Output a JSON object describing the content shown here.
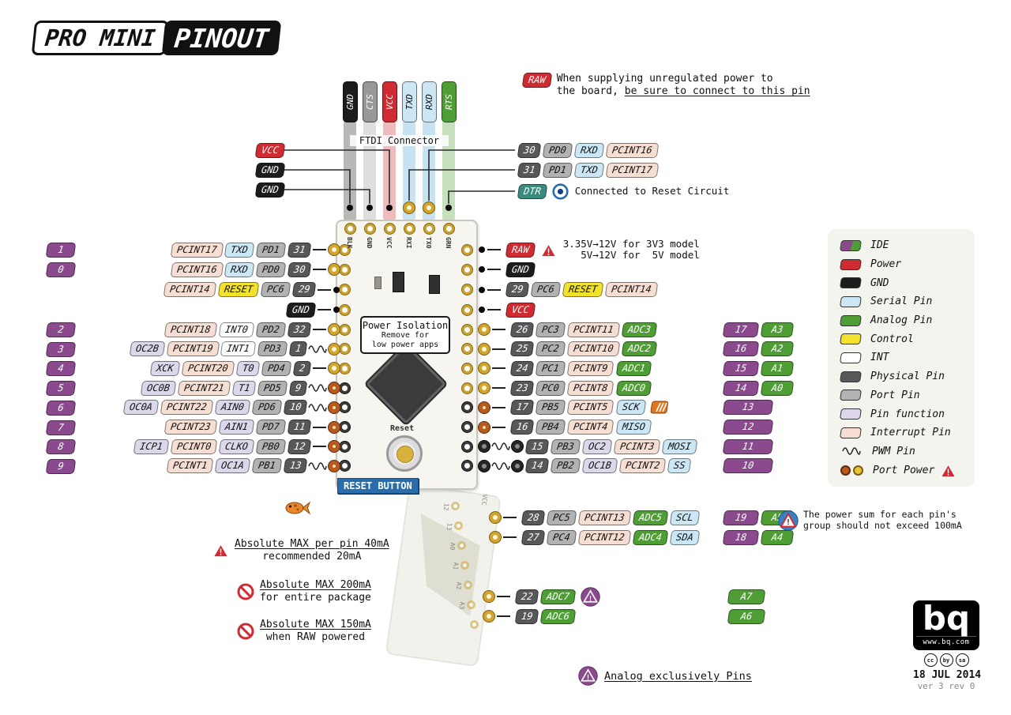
{
  "title": {
    "part1": "PRO MINI",
    "part2": "PINOUT"
  },
  "colors": {
    "ide": "#8a4a8d",
    "analog": "#4f9e35",
    "power": "#ce2b33",
    "gnd": "#1c1c1c",
    "serial": "#cbe6f5",
    "control": "#f2e22c",
    "int": "#ffffff",
    "phys": "#57585a",
    "port": "#b2b2b2",
    "func": "#ddd7ec",
    "intpin": "#f7ded3",
    "dtr": "#3a8a7d",
    "cts": "#98989a",
    "pin_gold": "#d2a62c",
    "pin_orange": "#b85a1e",
    "blue_label": "#2a6dad"
  },
  "ftdi": {
    "label": "FTDI Connector",
    "pins": [
      {
        "t": "GND",
        "c": "gnd",
        "pin": "dot"
      },
      {
        "t": "CTS",
        "c": "cts",
        "pin": "dot"
      },
      {
        "t": "VCC",
        "c": "power",
        "pin": "dot"
      },
      {
        "t": "TXD",
        "c": "serial",
        "pin": "yellow"
      },
      {
        "t": "RXD",
        "c": "serial",
        "pin": "yellow"
      },
      {
        "t": "RTS",
        "c": "analog",
        "pin": "dot"
      }
    ]
  },
  "top_left_rows": [
    {
      "labels": [
        {
          "t": "VCC",
          "c": "power"
        }
      ]
    },
    {
      "labels": [
        {
          "t": "GND",
          "c": "gnd"
        }
      ]
    },
    {
      "labels": [
        {
          "t": "GND",
          "c": "gnd"
        }
      ]
    }
  ],
  "top_right_rows": [
    {
      "labels": [
        {
          "t": "30",
          "c": "phys"
        },
        {
          "t": "PD0",
          "c": "port"
        },
        {
          "t": "RXD",
          "c": "serial"
        },
        {
          "t": "PCINT16",
          "c": "intpin"
        }
      ]
    },
    {
      "labels": [
        {
          "t": "31",
          "c": "phys"
        },
        {
          "t": "PD1",
          "c": "port"
        },
        {
          "t": "TXD",
          "c": "serial"
        },
        {
          "t": "PCINT17",
          "c": "intpin"
        }
      ]
    },
    {
      "labels": [
        {
          "t": "DTR",
          "c": "dtr"
        }
      ],
      "icon": "eye",
      "note": "Connected to Reset Circuit"
    }
  ],
  "raw_note": {
    "badge": "RAW",
    "line1": "When supplying unregulated power to",
    "line2_plain": "the board, ",
    "line2_underline": "be sure to connect to this pin"
  },
  "left_rows": [
    {
      "ide": "1",
      "labels": [
        {
          "t": "PCINT17",
          "c": "intpin"
        },
        {
          "t": "TXD",
          "c": "serial"
        },
        {
          "t": "PD1",
          "c": "port"
        },
        {
          "t": "31",
          "c": "phys"
        }
      ],
      "pin": "yellow"
    },
    {
      "ide": "0",
      "labels": [
        {
          "t": "PCINT16",
          "c": "intpin"
        },
        {
          "t": "RXD",
          "c": "serial"
        },
        {
          "t": "PD0",
          "c": "port"
        },
        {
          "t": "30",
          "c": "phys"
        }
      ],
      "pin": "yellow"
    },
    {
      "labels": [
        {
          "t": "PCINT14",
          "c": "intpin"
        },
        {
          "t": "RESET",
          "c": "control"
        },
        {
          "t": "PC6",
          "c": "port"
        },
        {
          "t": "29",
          "c": "phys"
        }
      ],
      "pin": "dot"
    },
    {
      "labels": [
        {
          "t": "GND",
          "c": "gnd"
        }
      ],
      "pin": "dot"
    },
    {
      "ide": "2",
      "labels": [
        {
          "t": "PCINT18",
          "c": "intpin"
        },
        {
          "t": "INT0",
          "c": "int"
        },
        {
          "t": "PD2",
          "c": "port"
        },
        {
          "t": "32",
          "c": "phys"
        }
      ],
      "pin": "yellow"
    },
    {
      "ide": "3",
      "labels": [
        {
          "t": "OC2B",
          "c": "func"
        },
        {
          "t": "PCINT19",
          "c": "intpin"
        },
        {
          "t": "INT1",
          "c": "int"
        },
        {
          "t": "PD3",
          "c": "port"
        },
        {
          "t": "1",
          "c": "phys"
        }
      ],
      "pin": "yellow",
      "pwm": true
    },
    {
      "ide": "4",
      "labels": [
        {
          "t": "XCK",
          "c": "func"
        },
        {
          "t": "PCINT20",
          "c": "intpin"
        },
        {
          "t": "T0",
          "c": "func"
        },
        {
          "t": "PD4",
          "c": "port"
        },
        {
          "t": "2",
          "c": "phys"
        }
      ],
      "pin": "yellow"
    },
    {
      "ide": "5",
      "labels": [
        {
          "t": "OC0B",
          "c": "func"
        },
        {
          "t": "PCINT21",
          "c": "intpin"
        },
        {
          "t": "T1",
          "c": "func"
        },
        {
          "t": "PD5",
          "c": "port"
        },
        {
          "t": "9",
          "c": "phys"
        }
      ],
      "pin": "orange",
      "pwm": true
    },
    {
      "ide": "6",
      "labels": [
        {
          "t": "OC0A",
          "c": "func"
        },
        {
          "t": "PCINT22",
          "c": "intpin"
        },
        {
          "t": "AIN0",
          "c": "func"
        },
        {
          "t": "PD6",
          "c": "port"
        },
        {
          "t": "10",
          "c": "phys"
        }
      ],
      "pin": "orange",
      "pwm": true
    },
    {
      "ide": "7",
      "labels": [
        {
          "t": "PCINT23",
          "c": "intpin"
        },
        {
          "t": "AIN1",
          "c": "func"
        },
        {
          "t": "PD7",
          "c": "port"
        },
        {
          "t": "11",
          "c": "phys"
        }
      ],
      "pin": "orange"
    },
    {
      "ide": "8",
      "labels": [
        {
          "t": "ICP1",
          "c": "func"
        },
        {
          "t": "PCINT0",
          "c": "intpin"
        },
        {
          "t": "CLKO",
          "c": "func"
        },
        {
          "t": "PB0",
          "c": "port"
        },
        {
          "t": "12",
          "c": "phys"
        }
      ],
      "pin": "orange"
    },
    {
      "ide": "9",
      "labels": [
        {
          "t": "PCINT1",
          "c": "intpin"
        },
        {
          "t": "OC1A",
          "c": "func"
        },
        {
          "t": "PB1",
          "c": "port"
        },
        {
          "t": "13",
          "c": "phys"
        }
      ],
      "pin": "orange",
      "pwm": true
    }
  ],
  "right_rows": [
    {
      "labels": [
        {
          "t": "RAW",
          "c": "power"
        }
      ],
      "pin": "dot",
      "icon": "warn-red",
      "note": [
        "3.35V→12V for 3V3 model",
        "   5V→12V for  5V model"
      ]
    },
    {
      "labels": [
        {
          "t": "GND",
          "c": "gnd"
        }
      ],
      "pin": "dot"
    },
    {
      "labels": [
        {
          "t": "29",
          "c": "phys"
        },
        {
          "t": "PC6",
          "c": "port"
        },
        {
          "t": "RESET",
          "c": "control"
        },
        {
          "t": "PCINT14",
          "c": "intpin"
        }
      ],
      "pin": "dot"
    },
    {
      "labels": [
        {
          "t": "VCC",
          "c": "power"
        }
      ],
      "pin": "dot"
    },
    {
      "labels": [
        {
          "t": "26",
          "c": "phys"
        },
        {
          "t": "PC3",
          "c": "port"
        },
        {
          "t": "PCINT11",
          "c": "intpin"
        },
        {
          "t": "ADC3",
          "c": "analog"
        }
      ],
      "pin": "yellow"
    },
    {
      "labels": [
        {
          "t": "25",
          "c": "phys"
        },
        {
          "t": "PC2",
          "c": "port"
        },
        {
          "t": "PCINT10",
          "c": "intpin"
        },
        {
          "t": "ADC2",
          "c": "analog"
        }
      ],
      "pin": "yellow"
    },
    {
      "labels": [
        {
          "t": "24",
          "c": "phys"
        },
        {
          "t": "PC1",
          "c": "port"
        },
        {
          "t": "PCINT9",
          "c": "intpin"
        },
        {
          "t": "ADC1",
          "c": "analog"
        }
      ],
      "pin": "yellow"
    },
    {
      "labels": [
        {
          "t": "23",
          "c": "phys"
        },
        {
          "t": "PC0",
          "c": "port"
        },
        {
          "t": "PCINT8",
          "c": "intpin"
        },
        {
          "t": "ADC0",
          "c": "analog"
        }
      ],
      "pin": "yellow"
    },
    {
      "labels": [
        {
          "t": "17",
          "c": "phys"
        },
        {
          "t": "PB5",
          "c": "port"
        },
        {
          "t": "PCINT5",
          "c": "intpin"
        },
        {
          "t": "SCK",
          "c": "serial"
        }
      ],
      "pin": "orange",
      "icon": "spi"
    },
    {
      "labels": [
        {
          "t": "16",
          "c": "phys"
        },
        {
          "t": "PB4",
          "c": "port"
        },
        {
          "t": "PCINT4",
          "c": "intpin"
        },
        {
          "t": "MISO",
          "c": "serial"
        }
      ],
      "pin": "orange"
    },
    {
      "labels": [
        {
          "t": "15",
          "c": "phys"
        },
        {
          "t": "PB3",
          "c": "port"
        },
        {
          "t": "OC2",
          "c": "func"
        },
        {
          "t": "PCINT3",
          "c": "intpin"
        },
        {
          "t": "MOSI",
          "c": "serial"
        }
      ],
      "pin": "dark",
      "pwm": true
    },
    {
      "labels": [
        {
          "t": "14",
          "c": "phys"
        },
        {
          "t": "PB2",
          "c": "port"
        },
        {
          "t": "OC1B",
          "c": "func"
        },
        {
          "t": "PCINT2",
          "c": "intpin"
        },
        {
          "t": "SS",
          "c": "serial"
        }
      ],
      "pin": "dark",
      "pwm": true
    }
  ],
  "bottom_right_rows": [
    {
      "labels": [
        {
          "t": "28",
          "c": "phys"
        },
        {
          "t": "PC5",
          "c": "port"
        },
        {
          "t": "PCINT13",
          "c": "intpin"
        },
        {
          "t": "ADC5",
          "c": "analog"
        },
        {
          "t": "SCL",
          "c": "serial"
        }
      ],
      "pin": "yellow"
    },
    {
      "labels": [
        {
          "t": "27",
          "c": "phys"
        },
        {
          "t": "PC4",
          "c": "port"
        },
        {
          "t": "PCINT12",
          "c": "intpin"
        },
        {
          "t": "ADC4",
          "c": "analog"
        },
        {
          "t": "SDA",
          "c": "serial"
        }
      ],
      "pin": "yellow"
    },
    {
      "labels": [
        {
          "t": "22",
          "c": "phys"
        },
        {
          "t": "ADC7",
          "c": "analog"
        }
      ],
      "pin": "yellow",
      "icon": "warn-purple"
    },
    {
      "labels": [
        {
          "t": "19",
          "c": "phys"
        },
        {
          "t": "ADC6",
          "c": "analog"
        }
      ],
      "pin": "yellow"
    }
  ],
  "far_right": [
    {
      "ide": "17",
      "analog": "A3"
    },
    {
      "ide": "16",
      "analog": "A2"
    },
    {
      "ide": "15",
      "analog": "A1"
    },
    {
      "ide": "14",
      "analog": "A0"
    },
    {
      "ide": "13"
    },
    {
      "ide": "12"
    },
    {
      "ide": "11"
    },
    {
      "ide": "10"
    },
    {
      "ide": "19",
      "analog": "A5"
    },
    {
      "ide": "18",
      "analog": "A4"
    },
    {
      "analog": "A7"
    },
    {
      "analog": "A6"
    }
  ],
  "legend": {
    "items": [
      {
        "s": "ide",
        "label": "IDE"
      },
      {
        "s": "power",
        "label": "Power"
      },
      {
        "s": "gnd",
        "label": "GND"
      },
      {
        "s": "serial",
        "label": "Serial Pin"
      },
      {
        "s": "analog",
        "label": "Analog Pin"
      },
      {
        "s": "control",
        "label": "Control"
      },
      {
        "s": "int",
        "label": "INT"
      },
      {
        "s": "phys",
        "label": "Physical Pin"
      },
      {
        "s": "port",
        "label": "Port Pin"
      },
      {
        "s": "func",
        "label": "Pin function"
      },
      {
        "s": "intpin",
        "label": "Interrupt Pin"
      },
      {
        "s": "pwm",
        "label": "PWM Pin"
      },
      {
        "s": "portpower",
        "label": "Port Power"
      }
    ]
  },
  "board": {
    "top_labels": [
      "BLK",
      "GND",
      "VCC",
      "RXI",
      "TXO",
      "GRN"
    ],
    "reset_silk": "Reset",
    "reset_button_label": "RESET BUTTON",
    "isolation": {
      "title": "Power Isolation",
      "line1": "Remove for",
      "line2": "low power apps"
    },
    "ghost_labels": [
      "12",
      "13",
      "A0",
      "A1",
      "A2",
      "A3"
    ],
    "ghost_vcc": "VCC"
  },
  "max_notes": [
    {
      "icon": "warn-red",
      "line1": "Absolute MAX per pin 40mA",
      "line2": "recommended 20mA"
    },
    {
      "icon": "no",
      "line1": "Absolute MAX 200mA",
      "line2": "for entire package"
    },
    {
      "icon": "no",
      "line1": "Absolute MAX 150mA",
      "line2": "when RAW powered"
    }
  ],
  "analog_note": {
    "text": "Analog exclusively Pins"
  },
  "power_sum_note": {
    "line1": "The power sum for each pin's",
    "line2": "group should not exceed 100mA"
  },
  "footer": {
    "logo": "bq",
    "url": "www.bq.com",
    "cc_badges": [
      "cc",
      "by",
      "sa"
    ],
    "date": "18 JUL 2014",
    "version": "ver 3 rev 0"
  }
}
